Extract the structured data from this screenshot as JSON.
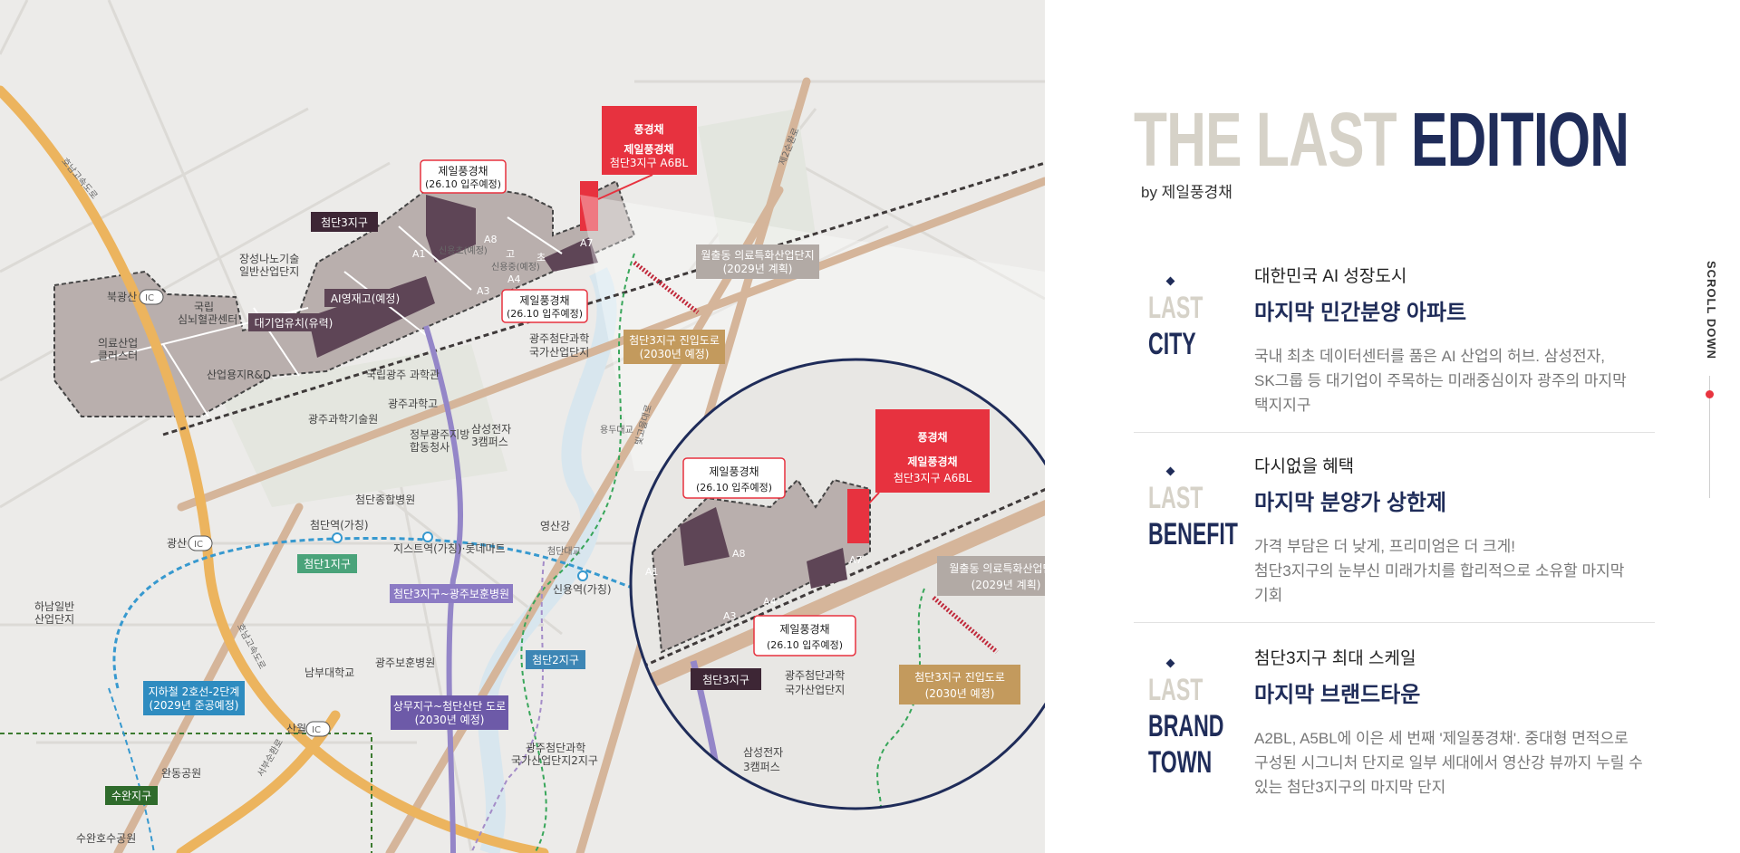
{
  "colors": {
    "accent_red": "#e7323f",
    "navy": "#1f2c59",
    "beige": "#d6d2c8",
    "map_bg": "#ecebe9",
    "district": "#b7adab",
    "district_dark": "#5f4556",
    "road": "#e8b35e",
    "route_purple": "#8c7bc4"
  },
  "headline": {
    "part1": "THE LAST",
    "part2": "EDITION",
    "byline": "by 제일풍경채"
  },
  "features": [
    {
      "side_light": "LAST",
      "side_dark": [
        "CITY"
      ],
      "kicker": "대한민국 AI 성장도시",
      "title": "마지막 민간분양 아파트",
      "desc": [
        "국내 최초 데이터센터를 품은 AI 산업의 허브. 삼성전자,",
        "SK그룹 등 대기업이 주목하는 미래중심이자 광주의 마지막",
        "택지지구"
      ]
    },
    {
      "side_light": "LAST",
      "side_dark": [
        "BENEFIT"
      ],
      "kicker": "다시없을 혜택",
      "title": "마지막 분양가 상한제",
      "desc": [
        "가격 부담은 더 낮게, 프리미엄은 더 크게!",
        "첨단3지구의 눈부신 미래가치를 합리적으로 소유할 마지막",
        "기회"
      ]
    },
    {
      "side_light": "LAST",
      "side_dark": [
        "BRAND",
        "TOWN"
      ],
      "kicker": "첨단3지구 최대 스케일",
      "title": "마지막 브랜드타운",
      "desc": [
        "A2BL, A5BL에 이은 세 번째 '제일풍경채'. 중대형 면적으로",
        "구성된 시그니처 단지로 일부 세대에서 영산강 뷰까지 누릴 수",
        "있는 첨단3지구의 마지막 단지"
      ]
    }
  ],
  "scroll": {
    "label": "SCROLL DOWN"
  },
  "map": {
    "brand_logo": "풍경채",
    "brand_name": "제일풍경채",
    "site_block": "첨단3지구 A6BL",
    "callout_name": "제일풍경채",
    "callout_move_in": "(26.10 입주예정)",
    "district_tag": "첨단3지구",
    "ai_school_tag": "AI영재고(예정)",
    "corp_tag": "대기업유치(유력)",
    "industrial_rd": "산업용지R&D",
    "medical_cluster": [
      "의료산업",
      "클러스터"
    ],
    "national_center": [
      "국립",
      "심뇌혈관센터"
    ],
    "nano_park": [
      "장성나노기술",
      "일반산업단지"
    ],
    "complex_name": [
      "광주첨단과학",
      "국가산업단지"
    ],
    "wolchul_medical": [
      "월출동 의료특화산업단지",
      "(2029년 계획)"
    ],
    "access_road": [
      "첨단3지구 진입도로",
      "(2030년 예정)"
    ],
    "sangmu_road": [
      "상무지구~첨단산단 도로",
      "(2030년 예정)"
    ],
    "subway_line2": [
      "지하철 2호선-2단계",
      "(2029년 준공예정)"
    ],
    "route_tag": "첨단3지구~광주보훈병원",
    "district1": "첨단1지구",
    "district2": "첨단2지구",
    "suwan": "수완지구",
    "blocks": [
      "A1",
      "A3",
      "A4",
      "A7",
      "A8"
    ],
    "school_high": "고",
    "school_elem": "초",
    "sinyong_elem": "신용초(예정)",
    "sinyong_mid": "신용중(예정)",
    "ic_label": "IC",
    "bukgwangsan": "북광산",
    "gwangsan": "광산",
    "sanwol": "산월",
    "expressway_west": "호남고속도로",
    "expressway_mid": "호남고속도로",
    "expressway_south": "서부순환로",
    "ring_road": "제2순환로",
    "bitgoeul_road": "빛고을대로",
    "yongbong_bridge": "용두대교",
    "cheomdan_bridge": "첨단대교",
    "sci_museum": "국립광주 과학관",
    "sci_highschool": "광주과학고",
    "gist": "광주과학기술원",
    "gov_office": [
      "정부광주지방",
      "합동청사"
    ],
    "samsung": [
      "삼성전자",
      "3캠퍼스"
    ],
    "hospital": "첨단종합병원",
    "cheomdan_station": "첨단역(가칭)",
    "gstreet_station": "지스트역(가칭)·롯데마트",
    "sinyong_station": "신용역(가칭)",
    "yeongsan_river": "영산강",
    "veterans_hospital": "광주보훈병원",
    "nambu_univ": "남부대학교",
    "wandong_park": "완동공원",
    "suwan_lake": "수완호수공원",
    "hanam_park": [
      "하남일반",
      "산업단지"
    ],
    "phase2": [
      "광주첨단과학",
      "국가산업단지2지구"
    ]
  }
}
